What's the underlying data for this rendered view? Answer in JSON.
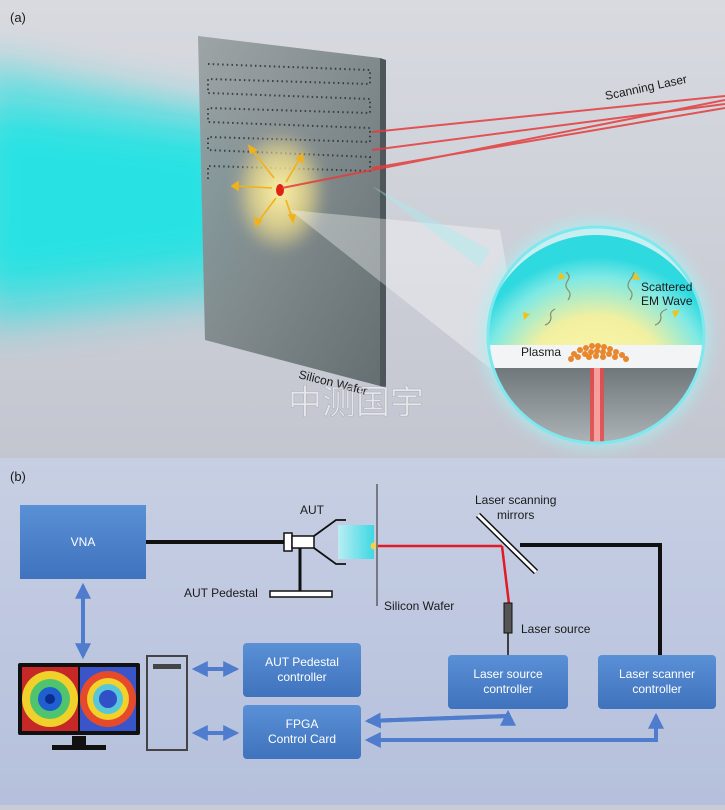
{
  "panel_a": {
    "label": "(a)",
    "scanning_laser_label": "Scanning Laser",
    "silicon_wafer_label": "Silicon Wafer",
    "inset": {
      "scattered_line1": "Scattered",
      "scattered_line2": "EM Wave",
      "plasma_label": "Plasma"
    },
    "watermark": "中测国宇"
  },
  "panel_b": {
    "label": "(b)",
    "vna_label": "VNA",
    "aut_label": "AUT",
    "aut_pedestal_label": "AUT Pedestal",
    "silicon_wafer_label": "Silicon Wafer",
    "laser_mirrors_line1": "Laser scanning",
    "laser_mirrors_line2": "mirrors",
    "laser_source_label": "Laser source",
    "aut_ctrl_line1": "AUT Pedestal",
    "aut_ctrl_line2": "controller",
    "laser_src_ctrl_line1": "Laser source",
    "laser_src_ctrl_line2": "controller",
    "laser_scan_ctrl_line1": "Laser scanner",
    "laser_scan_ctrl_line2": "controller",
    "fpga_line1": "FPGA",
    "fpga_line2": "Control Card"
  },
  "colors": {
    "box_blue": "#4a7fc6",
    "arrow_blue": "#4f7ccc",
    "laser_red": "#e01b24",
    "beam_cyan": "#1fe3e3"
  }
}
